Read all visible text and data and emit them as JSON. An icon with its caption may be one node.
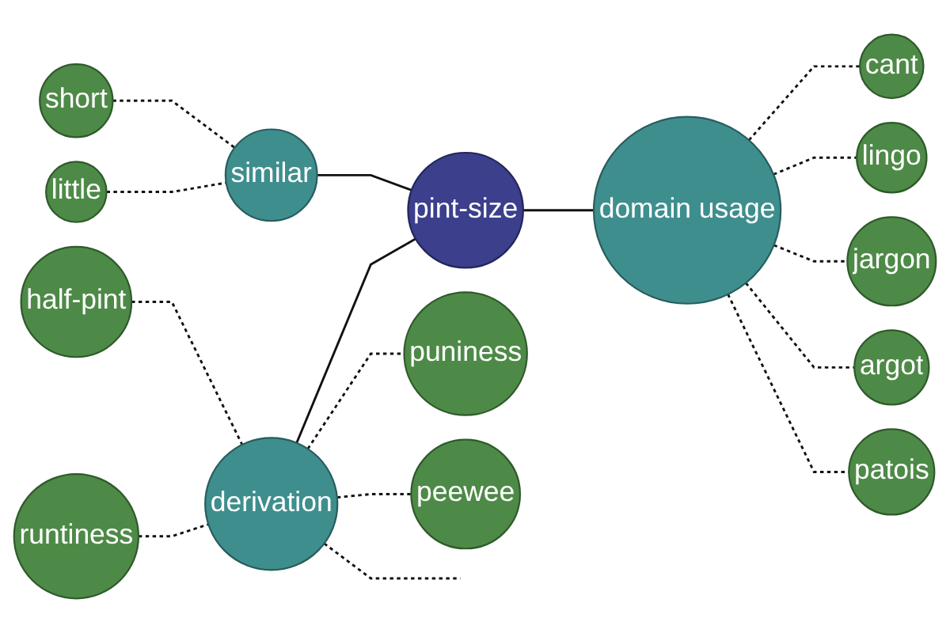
{
  "diagram": {
    "nodes": [
      {
        "text": [
          "short"
        ]
      },
      {
        "text": [
          "cant"
        ]
      },
      {
        "text": [
          "similar"
        ]
      },
      {
        "text": [
          "pint-size"
        ]
      },
      {
        "text": [
          "little"
        ]
      },
      {
        "text": [
          "lingo"
        ]
      },
      {
        "text": [
          "domain usage"
        ]
      },
      {
        "text": [
          "puniness"
        ]
      },
      {
        "text": [
          "half-pint"
        ]
      },
      {
        "text": [
          "jargon"
        ]
      },
      {
        "text": [
          "derivation"
        ]
      },
      {
        "text": [
          "argot"
        ]
      },
      {
        "text": [
          "patois"
        ]
      },
      {
        "text": [
          "peewee"
        ]
      },
      {
        "text": [
          "runtiness"
        ]
      }
    ],
    "edges": [
      {
        "from": 2,
        "to": 3,
        "arrow": "none"
      },
      {
        "from": 3,
        "to": 6,
        "arrow": "none"
      },
      {
        "from": 10,
        "to": 3,
        "arrow": "none"
      },
      {
        "from": 0,
        "to": 2,
        "arrow": "none",
        "style": "dashed"
      },
      {
        "from": 4,
        "to": 2,
        "arrow": "none",
        "style": "dashed"
      },
      {
        "from": 8,
        "to": 10,
        "arrow": "none",
        "style": "dashed"
      },
      {
        "from": 14,
        "to": 10,
        "arrow": "none",
        "style": "dashed"
      },
      {
        "from": 10,
        "to": 7,
        "arrow": "none",
        "style": "dashed"
      },
      {
        "from": 10,
        "to": 13,
        "arrow": "none",
        "style": "dashed"
      },
      {
        "from": 10,
        "to": null,
        "arrow": "none",
        "style": "dashed"
      },
      {
        "from": 6,
        "to": 1,
        "arrow": "none",
        "style": "dashed"
      },
      {
        "from": 6,
        "to": 5,
        "arrow": "none",
        "style": "dashed"
      },
      {
        "from": 6,
        "to": 9,
        "arrow": "none",
        "style": "dashed"
      },
      {
        "from": 6,
        "to": 11,
        "arrow": "none",
        "style": "dashed"
      },
      {
        "from": 6,
        "to": 12,
        "arrow": "none",
        "style": "dashed"
      }
    ]
  }
}
